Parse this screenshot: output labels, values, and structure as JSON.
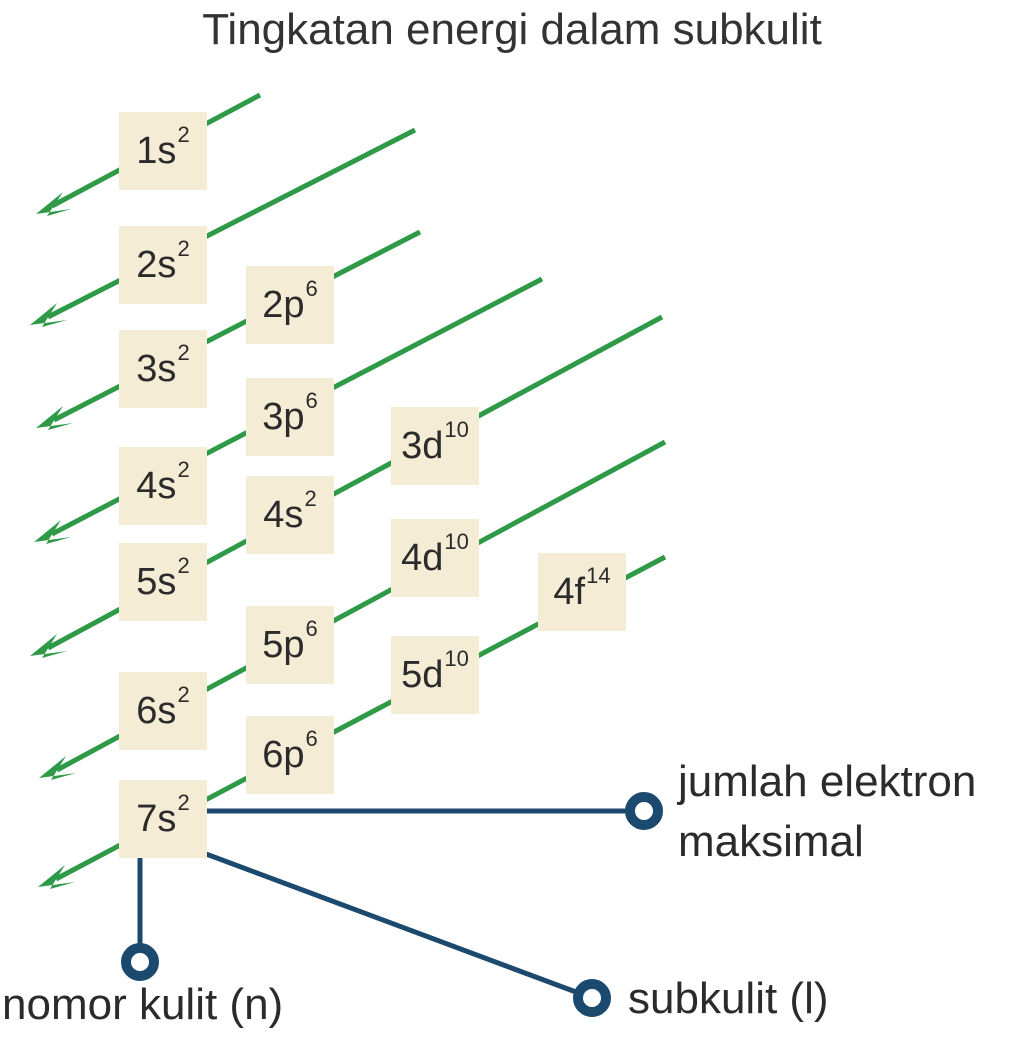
{
  "title": "Tingkatan energi dalam subkulit",
  "colors": {
    "arrow": "#2e9a47",
    "connector": "#1c4a6e",
    "box_fill": "#f4ecd5",
    "text": "#2b2b2b"
  },
  "orbitals": [
    {
      "id": "1s",
      "label": "1s",
      "superscript": "2"
    },
    {
      "id": "2s",
      "label": "2s",
      "superscript": "2"
    },
    {
      "id": "2p",
      "label": "2p",
      "superscript": "6"
    },
    {
      "id": "3s",
      "label": "3s",
      "superscript": "2"
    },
    {
      "id": "3p",
      "label": "3p",
      "superscript": "6"
    },
    {
      "id": "3d",
      "label": "3d",
      "superscript": "10"
    },
    {
      "id": "4s",
      "label": "4s",
      "superscript": "2"
    },
    {
      "id": "4s-b",
      "label": "4s",
      "superscript": "2"
    },
    {
      "id": "4d",
      "label": "4d",
      "superscript": "10"
    },
    {
      "id": "4f",
      "label": "4f",
      "superscript": "14"
    },
    {
      "id": "5s",
      "label": "5s",
      "superscript": "2"
    },
    {
      "id": "5p",
      "label": "5p",
      "superscript": "6"
    },
    {
      "id": "5d",
      "label": "5d",
      "superscript": "10"
    },
    {
      "id": "6s",
      "label": "6s",
      "superscript": "2"
    },
    {
      "id": "6p",
      "label": "6p",
      "superscript": "6"
    },
    {
      "id": "7s",
      "label": "7s",
      "superscript": "2"
    }
  ],
  "labels": {
    "max_electrons_line1": "jumlah elektron",
    "max_electrons_line2": "maksimal",
    "shell_number": "nomor kulit (n)",
    "subshell": "subkulit (l)"
  }
}
